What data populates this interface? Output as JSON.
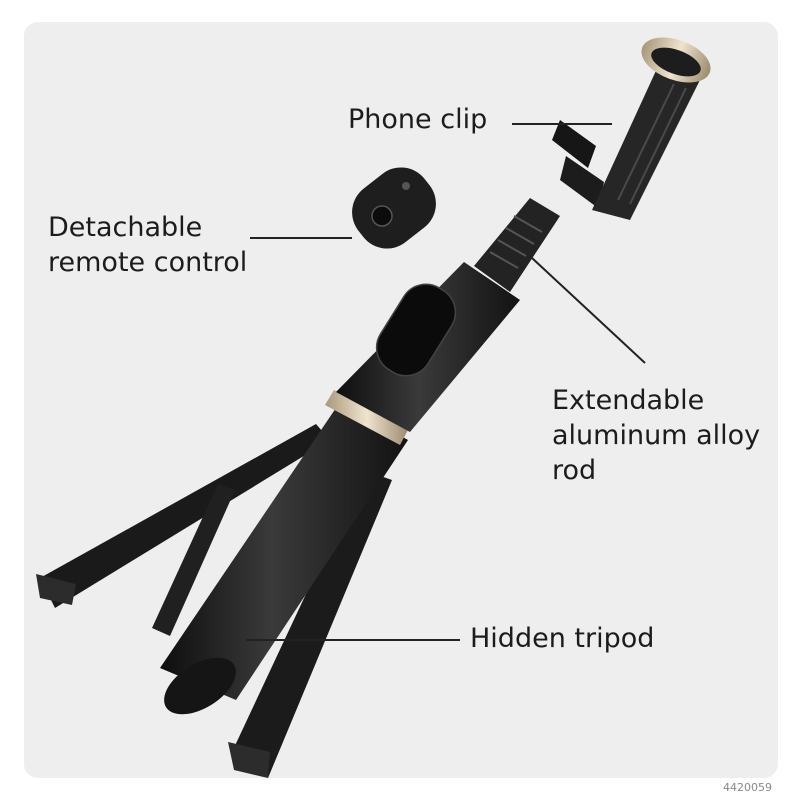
{
  "labels": {
    "phone_clip": "Phone clip",
    "remote_line1": "Detachable",
    "remote_line2": "remote control",
    "rod_line1": "Extendable",
    "rod_line2": "aluminum alloy",
    "rod_line3": "rod",
    "tripod": "Hidden tripod"
  },
  "watermark": "4420059",
  "colors": {
    "panel": "#eeeeee",
    "body": "#1f1f1f",
    "accent_ring": "#c9b79a",
    "text": "#1c1c1c"
  }
}
